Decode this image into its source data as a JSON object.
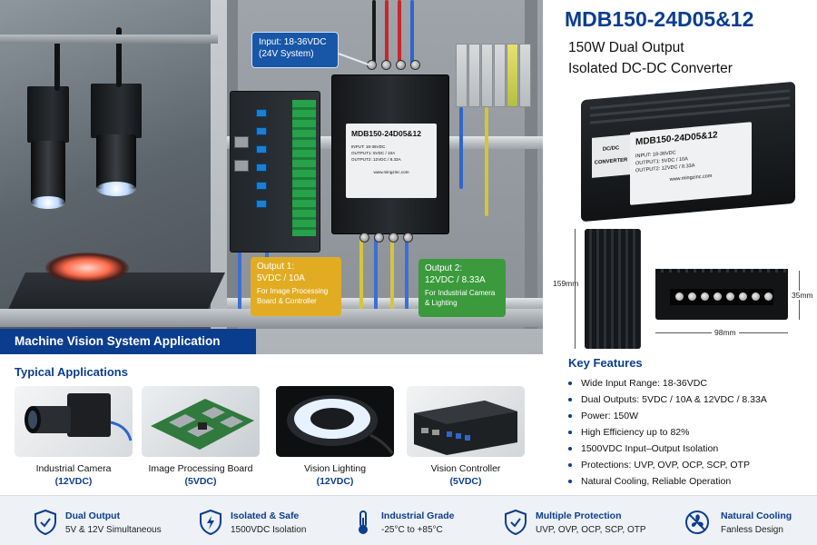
{
  "model": "MDB150-24D05&12",
  "subtitle_line1": "150W Dual Output",
  "subtitle_line2": "Isolated DC-DC Converter",
  "hero": {
    "banner": "Machine Vision System Application",
    "input_callout": {
      "line1": "Input: 18-36VDC",
      "line2": "(24V System)"
    },
    "output1_callout": {
      "title": "Output 1:",
      "value": "5VDC / 10A",
      "desc": "For Image Processing Board & Controller"
    },
    "output2_callout": {
      "title": "Output 2:",
      "value": "12VDC / 8.33A",
      "desc": "For Industrial Camera & Lighting"
    },
    "converter_label": {
      "title": "MDB150-24D05&12",
      "input": "INPUT: 18-36VDC",
      "output1": "OUTPUT1: 5VDC / 10A",
      "output2": "OUTPUT2: 12VDC / 8.33A",
      "url": "www.mingzinc.com"
    }
  },
  "product": {
    "tag_line1": "DC/DC",
    "tag_line2": "CONVERTER",
    "label_title": "MDB150-24D05&12",
    "label_input": "INPUT: 18-36VDC",
    "label_output1": "OUTPUT1: 5VDC / 10A",
    "label_output2": "OUTPUT2: 12VDC / 8.33A",
    "label_url": "www.mingzinc.com",
    "dim_height": "159mm",
    "dim_width": "98mm",
    "dim_depth": "35mm"
  },
  "features": {
    "title": "Key Features",
    "items": [
      "Wide Input Range: 18-36VDC",
      "Dual Outputs: 5VDC / 10A & 12VDC / 8.33A",
      "Power: 150W",
      "High Efficiency up to 82%",
      "1500VDC Input–Output Isolation",
      "Protections: UVP, OVP, OCP, SCP, OTP",
      "Natural Cooling, Reliable Operation"
    ]
  },
  "applications": {
    "title": "Typical Applications",
    "items": [
      {
        "name": "Industrial Camera",
        "voltage": "(12VDC)"
      },
      {
        "name": "Image Processing Board",
        "voltage": "(5VDC)"
      },
      {
        "name": "Vision Lighting",
        "voltage": "(12VDC)"
      },
      {
        "name": "Vision Controller",
        "voltage": "(5VDC)"
      }
    ]
  },
  "bottom_features": [
    {
      "title": "Dual Output",
      "sub": "5V & 12V Simultaneous",
      "icon": "shield-check-icon"
    },
    {
      "title": "Isolated & Safe",
      "sub": "1500VDC Isolation",
      "icon": "shield-lightning-icon"
    },
    {
      "title": "Industrial Grade",
      "sub": "-25°C to +85°C",
      "icon": "thermometer-icon"
    },
    {
      "title": "Multiple Protection",
      "sub": "UVP, OVP, OCP, SCP, OTP",
      "icon": "shield-check-icon"
    },
    {
      "title": "Natural Cooling",
      "sub": "Fanless Design",
      "icon": "no-fan-icon"
    }
  ],
  "colors": {
    "brand_blue": "#0b3d8f",
    "output1_amber": "#e1ac22",
    "output2_green": "#3a9a3c"
  }
}
